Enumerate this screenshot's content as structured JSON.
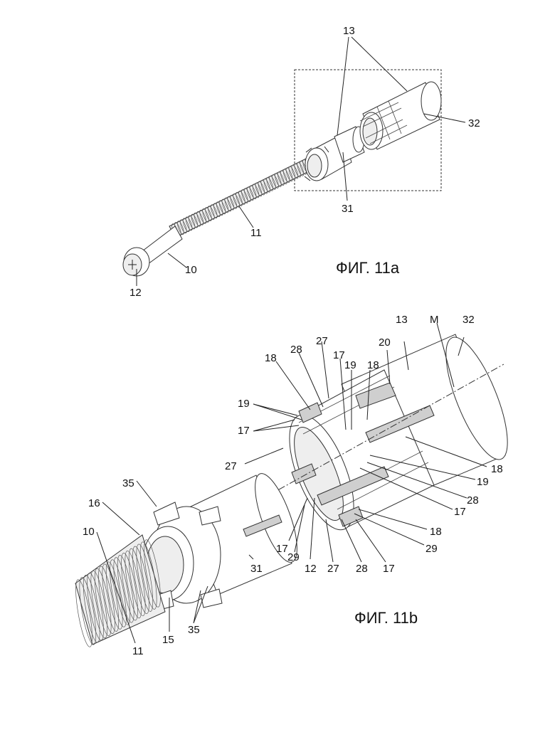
{
  "figures": [
    {
      "caption": "ФИГ. 11a",
      "labels": [
        "13",
        "32",
        "31",
        "11",
        "10",
        "12"
      ]
    },
    {
      "caption": "ФИГ. 11b",
      "labels": [
        "13",
        "M",
        "32",
        "20",
        "27",
        "28",
        "18",
        "17",
        "19",
        "18",
        "19",
        "17",
        "27",
        "18",
        "19",
        "28",
        "17",
        "18",
        "29",
        "35",
        "16",
        "10",
        "17",
        "29",
        "12",
        "27",
        "28",
        "17",
        "31",
        "15",
        "35",
        "11"
      ]
    }
  ]
}
